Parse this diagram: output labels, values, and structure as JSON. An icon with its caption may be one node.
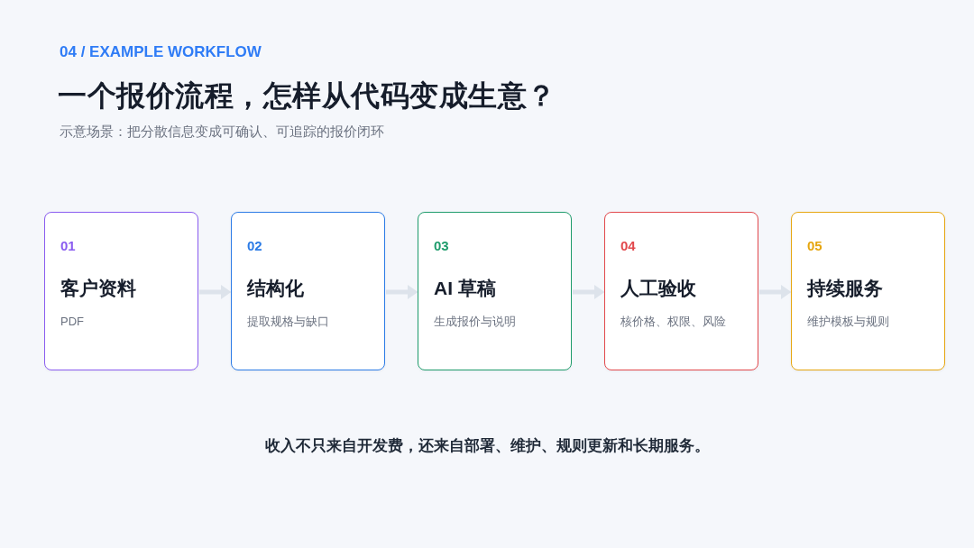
{
  "diagram": {
    "title": "一个报价流程，怎样从代码变成生意？",
    "caption": "收入不只来自开发费，还来自部署、维护、规则更新和长期服务。",
    "labels": [
      "04 / EXAMPLE WORKFLOW",
      "示意场景：把分散信息变成可确认、可追踪的报价闭环"
    ],
    "nodes": [
      {
        "text": [
          "01",
          "客户资料",
          "PDF"
        ]
      },
      {
        "text": [
          "02",
          "结构化",
          "提取规格与缺口"
        ]
      },
      {
        "text": [
          "03",
          "AI 草稿",
          "生成报价与说明"
        ]
      },
      {
        "text": [
          "04",
          "人工验收",
          "核价格、权限、风险"
        ]
      },
      {
        "text": [
          "05",
          "持续服务",
          "维护模板与规则"
        ]
      }
    ],
    "edges": [
      {
        "from": 0,
        "to": 1,
        "arrow": "to"
      },
      {
        "from": 1,
        "to": 2,
        "arrow": "to"
      },
      {
        "from": 2,
        "to": 3,
        "arrow": "to"
      },
      {
        "from": 3,
        "to": 4,
        "arrow": "to"
      }
    ]
  }
}
